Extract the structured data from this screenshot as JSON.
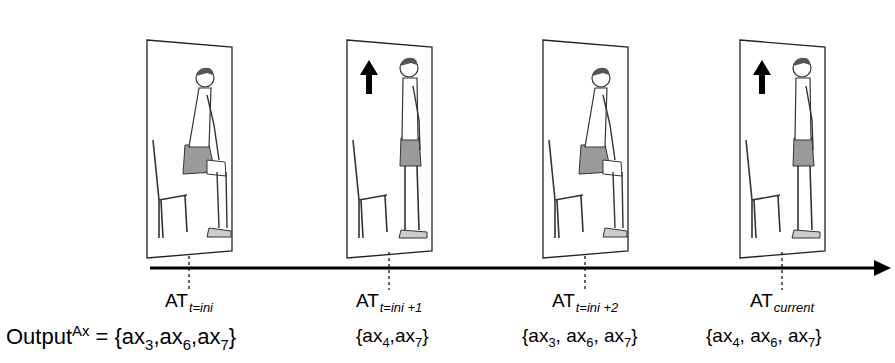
{
  "diagram": {
    "labels": [
      "AT",
      "t=ini",
      "AT",
      "t=ini +1",
      "AT",
      "t=ini +2",
      "AT",
      "current",
      "Output",
      "Ax",
      "= {ax",
      "3",
      ",ax",
      "6",
      ",ax",
      "7",
      "}",
      "{ax",
      "4",
      ",ax",
      "7",
      "}",
      "{ax",
      "3",
      ", ax",
      "6",
      ", ax",
      "7",
      "}",
      "{ax",
      "4",
      ", ax",
      "6",
      ", ax",
      "7",
      "}"
    ]
  }
}
